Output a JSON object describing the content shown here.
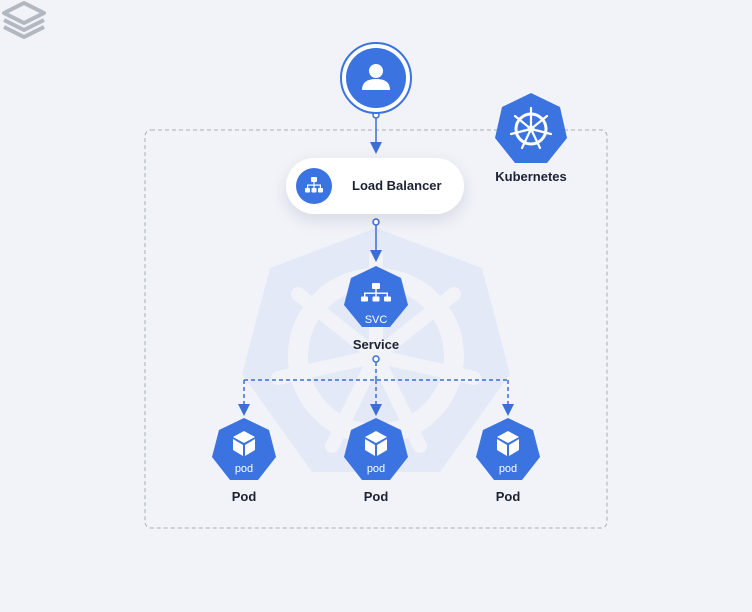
{
  "colors": {
    "background": "#f1f3f8",
    "accent": "#3b73e0",
    "connector": "#3b6fd4",
    "border": "#a7acb8",
    "text": "#1b2233",
    "watermark_logo": "#b3b7bf"
  },
  "diagram": {
    "user": {
      "icon": "user-icon"
    },
    "load_balancer": {
      "label": "Load Balancer",
      "icon": "network-hierarchy-icon"
    },
    "kubernetes": {
      "label": "Kubernetes",
      "icon": "kubernetes-wheel-icon"
    },
    "service": {
      "badge": "SVC",
      "label": "Service",
      "icon": "network-hierarchy-icon"
    },
    "pods": [
      {
        "badge": "pod",
        "label": "Pod",
        "icon": "cube-icon"
      },
      {
        "badge": "pod",
        "label": "Pod",
        "icon": "cube-icon"
      },
      {
        "badge": "pod",
        "label": "Pod",
        "icon": "cube-icon"
      }
    ]
  },
  "watermark": {
    "icon": "brand-logo-icon"
  }
}
